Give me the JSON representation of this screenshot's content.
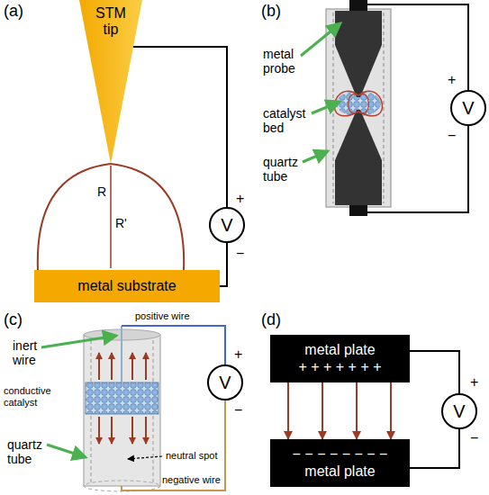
{
  "diagram": {
    "nodes": [
      {
        "text": [
          "STM tip"
        ]
      },
      {
        "text": [
          "metal substrate"
        ]
      },
      {
        "text": [
          "V"
        ]
      },
      {
        "text": [
          "V"
        ]
      },
      {
        "text": [
          "V"
        ]
      },
      {
        "text": [
          "metal plate",
          "+ + + + + + +"
        ]
      },
      {
        "text": [
          "− − − − − − − −",
          "metal plate"
        ]
      },
      {
        "text": [
          "V"
        ]
      }
    ],
    "edges": [
      {
        "from": 0,
        "to": 2,
        "arrow": "none"
      },
      {
        "from": 1,
        "to": 2,
        "arrow": "none"
      },
      {
        "from": 0,
        "to": 1,
        "arrow": "none"
      },
      {
        "from": 0,
        "to": 1,
        "arrow": "none"
      },
      {
        "from": 5,
        "to": 7,
        "arrow": "none"
      },
      {
        "from": 6,
        "to": 7,
        "arrow": "none"
      },
      {
        "from": 5,
        "to": 6,
        "arrow": "to"
      },
      {
        "from": 5,
        "to": 6,
        "arrow": "to"
      },
      {
        "from": 5,
        "to": 6,
        "arrow": "to"
      },
      {
        "from": 5,
        "to": 6,
        "arrow": "to"
      }
    ],
    "labels": [
      "(a)",
      "R",
      "R'",
      "+",
      "−",
      "(b)",
      "metal probe",
      "catalyst bed",
      "quartz tube",
      "+",
      "−",
      "(c)",
      "inert wire",
      "positive wire",
      "conductive catalyst",
      "quartz tube",
      "neutral spot",
      "negative wire",
      "+",
      "−",
      "(d)",
      "+",
      "−"
    ]
  }
}
